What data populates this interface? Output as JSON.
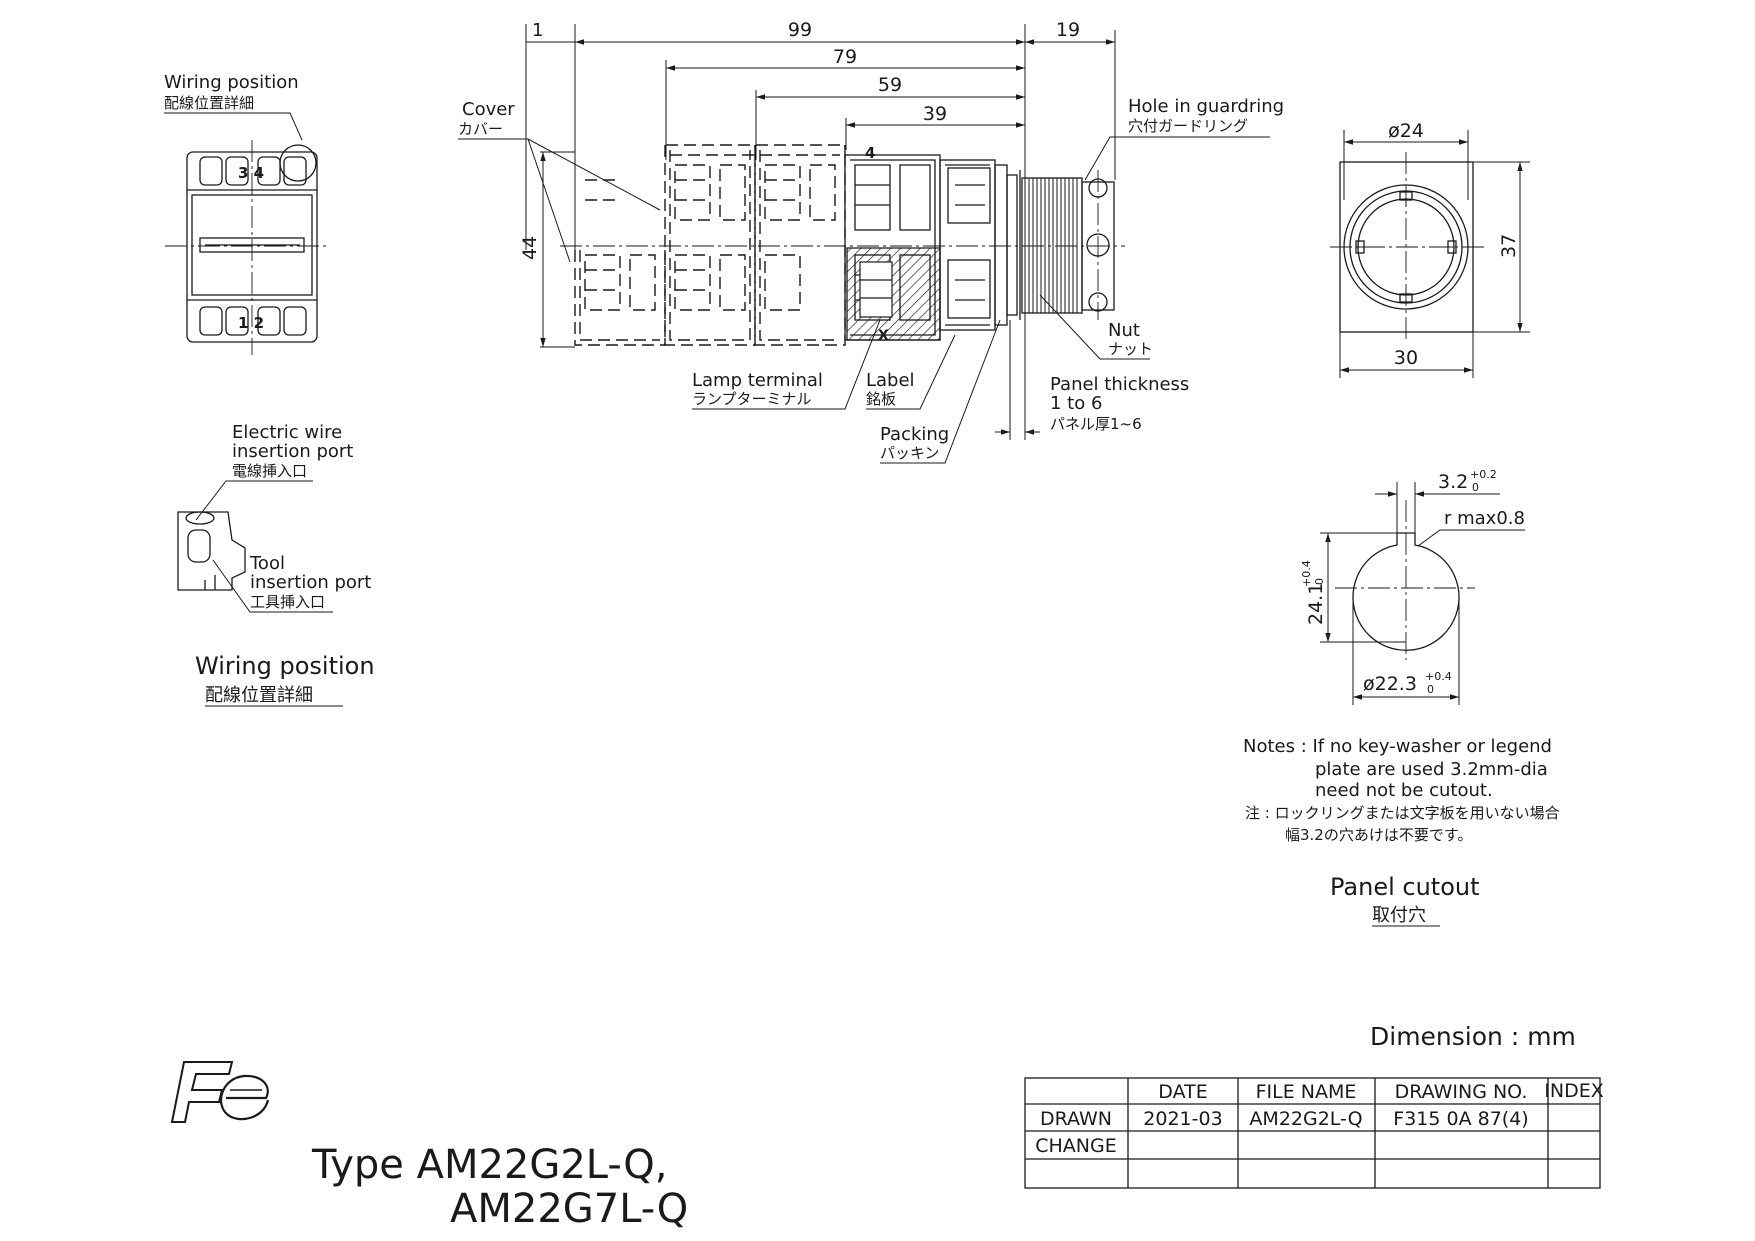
{
  "dimensions": {
    "d1": "1",
    "d99": "99",
    "d19": "19",
    "d79": "79",
    "d59": "59",
    "d39": "39",
    "d44": "44",
    "d24": "ø24",
    "d37": "37",
    "d30": "30",
    "cut_w": "3.2",
    "cut_w_tol_up": "+0.2",
    "cut_w_tol_lo": "0",
    "cut_r": "r max0.8",
    "cut_h": "24.1",
    "cut_h_tol_up": "+0.4",
    "cut_h_tol_lo": "0",
    "cut_d": "ø22.3",
    "cut_d_tol_up": "+0.4",
    "cut_d_tol_lo": "0"
  },
  "labels": {
    "wiring_position_en": "Wiring position",
    "wiring_position_ja": "配線位置詳細",
    "cover_en": "Cover",
    "cover_ja": "カバー",
    "hole_en": "Hole in guardring",
    "hole_ja": "穴付ガードリング",
    "nut_en": "Nut",
    "nut_ja": "ナット",
    "panel_en1": "Panel thickness",
    "panel_en2": "1 to 6",
    "panel_ja": "パネル厚1~6",
    "lamp_en": "Lamp terminal",
    "lamp_ja": "ランプターミナル",
    "label_en": "Label",
    "label_ja": "銘板",
    "packing_en": "Packing",
    "packing_ja": "パッキン",
    "wire_en1": "Electric wire",
    "wire_en2": "insertion port",
    "wire_ja": "電線挿入口",
    "tool_en1": "Tool",
    "tool_en2": "insertion port",
    "tool_ja": "工具挿入口",
    "wiring_title_en": "Wiring position",
    "wiring_title_ja": "配線位置詳細",
    "panel_cutout_en": "Panel cutout",
    "panel_cutout_ja": "取付穴",
    "term_34": "3 4",
    "term_12": "1 2",
    "term_4": "4",
    "mark_x": "X"
  },
  "notes": {
    "en1": "Notes : If no key-washer or legend",
    "en2": "plate are used 3.2mm-dia",
    "en3": "need not be cutout.",
    "ja1": "注 : ロックリングまたは文字板を用いない場合",
    "ja2": "幅3.2の穴あけは不要です。"
  },
  "footer": {
    "dimension_unit": "Dimension : mm",
    "type_line1": "Type  AM22G2L-Q,",
    "type_line2": "AM22G7L-Q"
  },
  "title_block": {
    "headers": [
      "",
      "DATE",
      "FILE NAME",
      "DRAWING NO.",
      "INDEX"
    ],
    "rows": [
      [
        "DRAWN",
        "2021-03",
        "AM22G2L-Q",
        "F315 0A 87(4)",
        ""
      ],
      [
        "CHANGE",
        "",
        "",
        "",
        ""
      ],
      [
        "",
        "",
        "",
        "",
        ""
      ]
    ]
  },
  "logo": "Fe"
}
